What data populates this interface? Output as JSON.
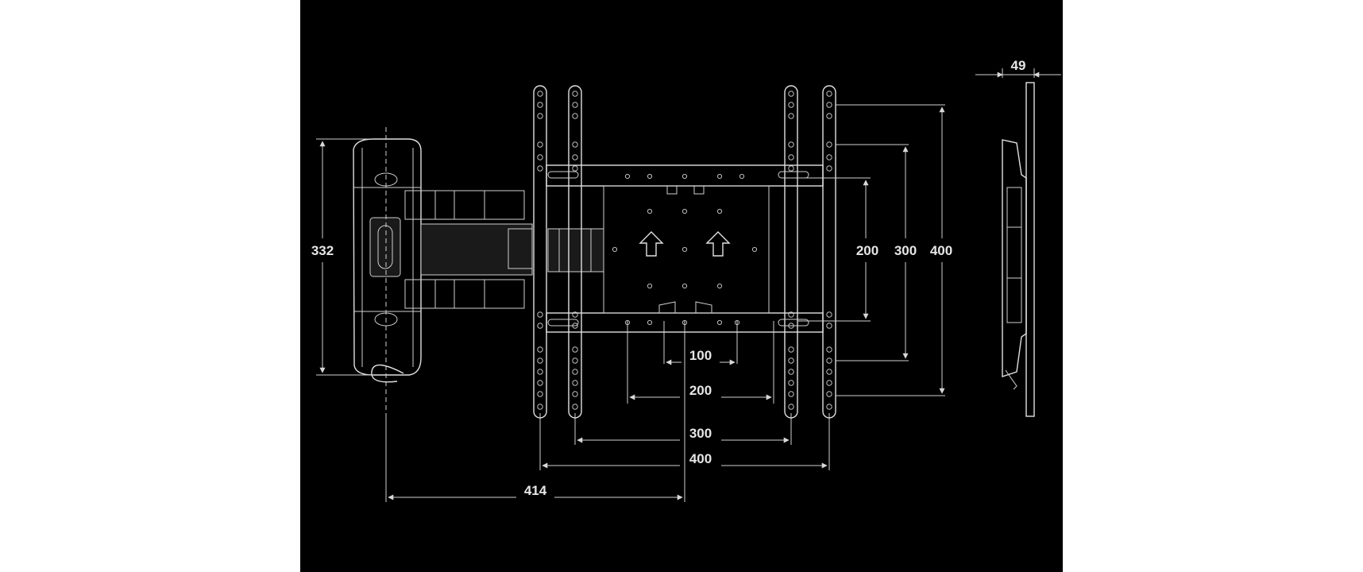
{
  "diagram": {
    "dimensions": {
      "depth": "49",
      "arm_height": "332",
      "vesa_v_200": "200",
      "vesa_v_300": "300",
      "vesa_v_400": "400",
      "vesa_h_100": "100",
      "vesa_h_200": "200",
      "vesa_h_300": "300",
      "vesa_h_400": "400",
      "extension": "414"
    },
    "colors": {
      "background": "#000000",
      "lines": "#d0d0d0",
      "text": "#e6e6e6",
      "page": "#ffffff"
    }
  }
}
